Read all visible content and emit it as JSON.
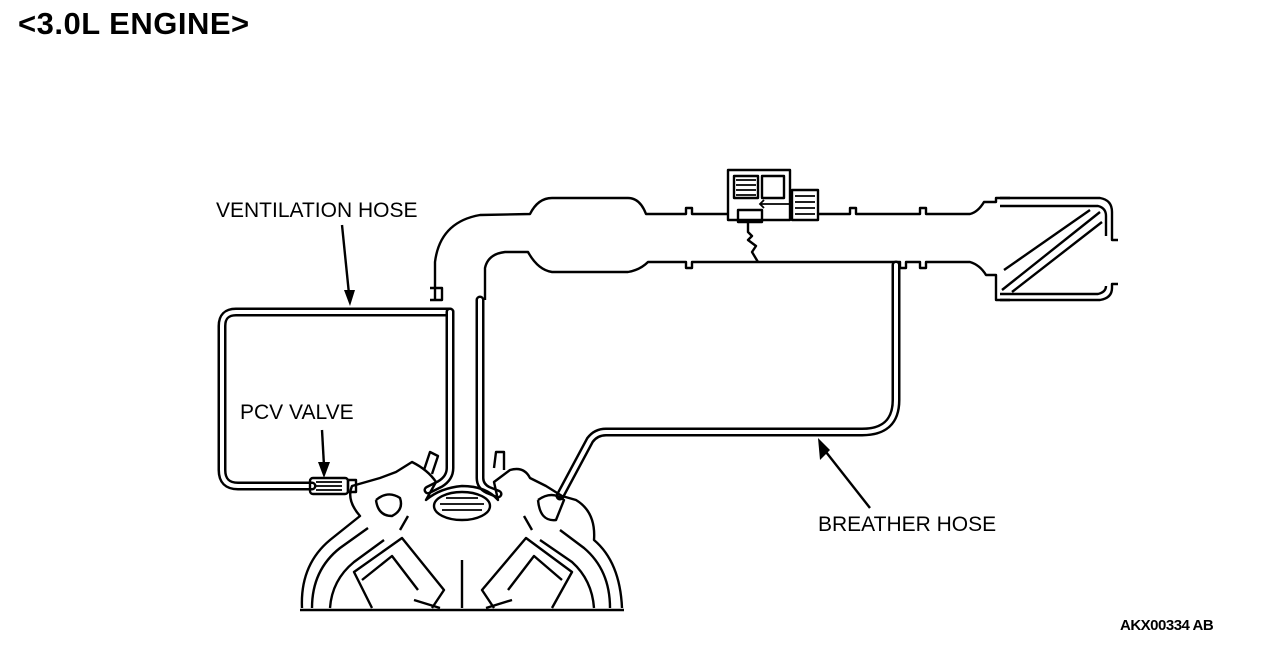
{
  "title": "<3.0L ENGINE>",
  "labels": {
    "ventilation_hose": "VENTILATION HOSE",
    "pcv_valve": "PCV VALVE",
    "breather_hose": "BREATHER HOSE"
  },
  "figure_code": "AKX00334 AB",
  "colors": {
    "line": "#000000",
    "background": "#ffffff"
  }
}
